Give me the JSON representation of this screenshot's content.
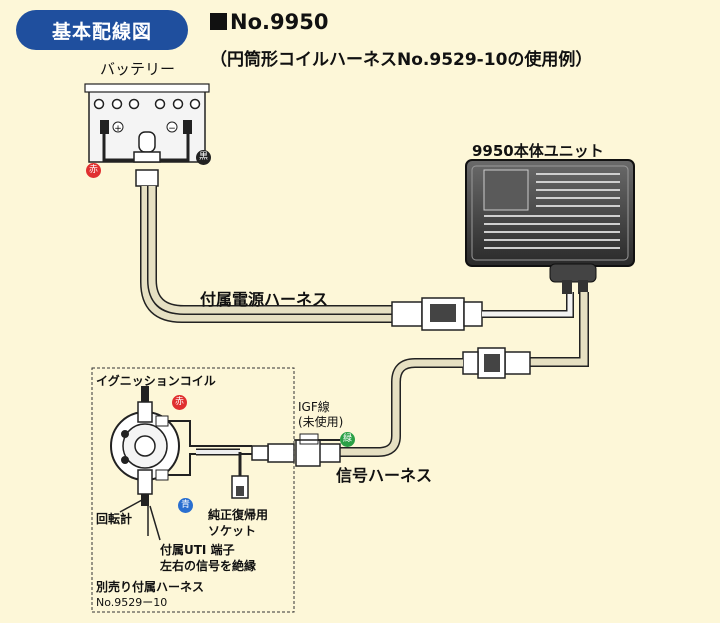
{
  "header": {
    "tab_label": "基本配線図",
    "title": "No.9950",
    "subtitle": "（円筒形コイルハーネスNo.9529-10の使用例）"
  },
  "labels": {
    "battery": "バッテリー",
    "unit": "9950本体ユニット",
    "power_harness": "付属電源ハーネス",
    "ignition_coil": "イグニッションコイル",
    "igf_line": "IGF線",
    "igf_unused": "(未使用)",
    "signal_harness": "信号ハーネス",
    "tachometer": "回転計",
    "socket_line1": "純正復帰用",
    "socket_line2": "ソケット",
    "uti_line1": "付属UTI 端子",
    "uti_line2": "左右の信号を絶縁",
    "separate_line1": "別売り付属ハーネス",
    "separate_line2": "No.9529ー10"
  },
  "badges": {
    "red": {
      "text": "赤",
      "color": "#e03030"
    },
    "black": {
      "text": "黒",
      "color": "#222222"
    },
    "green": {
      "text": "緑",
      "color": "#2aa046"
    },
    "blue": {
      "text": "青",
      "color": "#2a6fd0"
    }
  },
  "colors": {
    "accent": "#1f4f9e",
    "background": "#fdf7d8"
  }
}
